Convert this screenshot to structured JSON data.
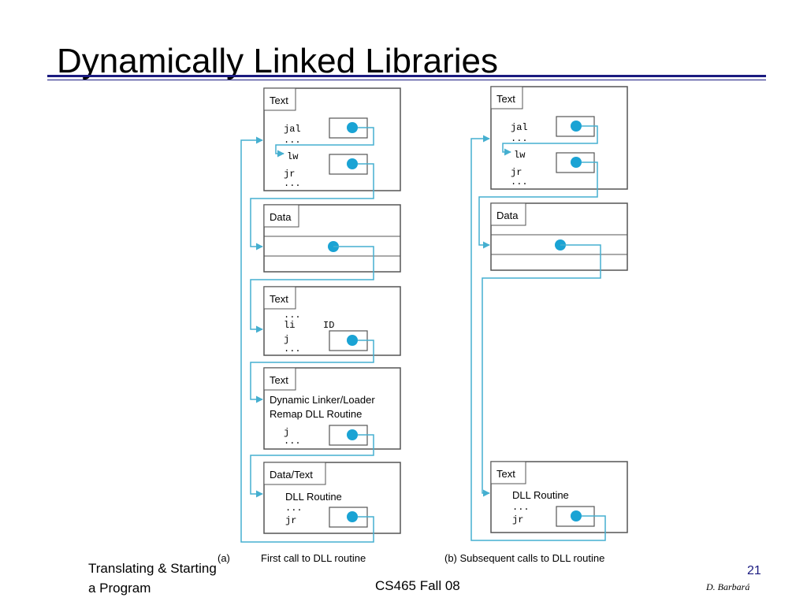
{
  "slide": {
    "title": "Dynamically Linked Libraries",
    "footer_left_line1": "Translating & Starting",
    "footer_left_line2": "a Program",
    "footer_center": "CS465 Fall 08",
    "page_number": "21",
    "author": "D. Barbará"
  },
  "diagram": {
    "colors": {
      "link": "#45afd0",
      "dot": "#1aa3d4",
      "box": "#555555"
    },
    "panel_a": {
      "marker": "(a)",
      "caption": "First call to DLL routine",
      "text1": {
        "header": "Text",
        "code": [
          "jal",
          "...",
          "lw",
          "jr",
          "..."
        ]
      },
      "data": {
        "header": "Data"
      },
      "text2": {
        "header": "Text",
        "code": [
          "...",
          "li",
          "ID",
          "j",
          "..."
        ]
      },
      "text3": {
        "header": "Text",
        "line1": "Dynamic Linker/Loader",
        "line2": "Remap DLL Routine",
        "code": [
          "j",
          "..."
        ]
      },
      "datatext": {
        "header": "Data/Text",
        "line1": "DLL Routine",
        "code": [
          "...",
          "jr"
        ]
      }
    },
    "panel_b": {
      "caption": "(b)  Subsequent calls to DLL routine",
      "text1": {
        "header": "Text",
        "code": [
          "jal",
          "...",
          "lw",
          "jr",
          "..."
        ]
      },
      "data": {
        "header": "Data"
      },
      "text2": {
        "header": "Text",
        "line1": "DLL Routine",
        "code": [
          "...",
          "jr"
        ]
      }
    }
  }
}
